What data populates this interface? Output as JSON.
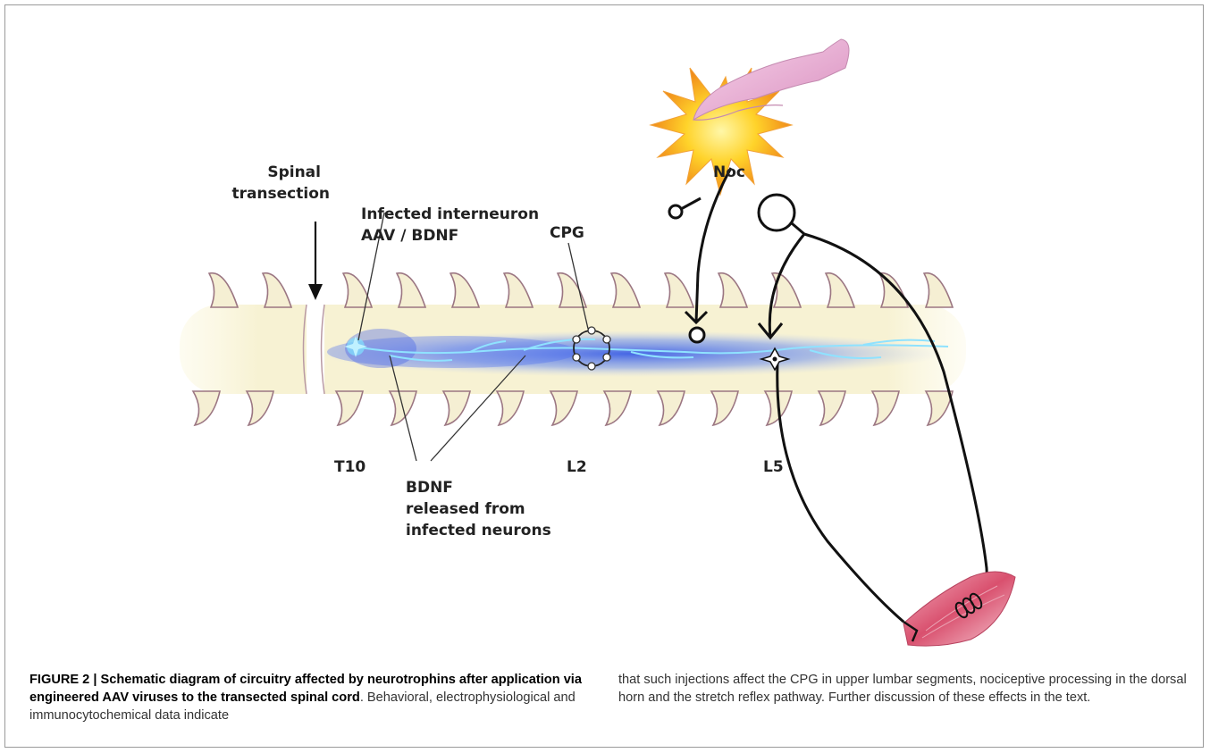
{
  "figure": {
    "labels": {
      "spinal_transection": [
        "Spinal",
        "transection"
      ],
      "infected_interneuron": [
        "Infected interneuron",
        "AAV / BDNF"
      ],
      "cpg": "CPG",
      "noc": "Noc",
      "t10": "T10",
      "l2": "L2",
      "l5": "L5",
      "bdnf_release": [
        "BDNF",
        "released from",
        "infected neurons"
      ]
    }
  },
  "caption": {
    "bold": "FIGURE 2 | Schematic diagram of circuitry affected by neurotrophins after application via engineered AAV viruses to the transected spinal cord",
    "text_left": ". Behavioral, electrophysiological and immunocytochemical data indicate",
    "text_right": "that such injections affect the CPG in upper lumbar segments, nociceptive processing in the dorsal horn and the stretch reflex pathway. Further discussion of these effects in the text."
  },
  "colors": {
    "cord": "#f7f3d8",
    "roots": "#8a6470",
    "glow": "#4a72e8",
    "fiber": "#7fd6ff",
    "hand": "#eeb6d8",
    "muscle": "#d95a7a",
    "star": "#ffd21a"
  }
}
